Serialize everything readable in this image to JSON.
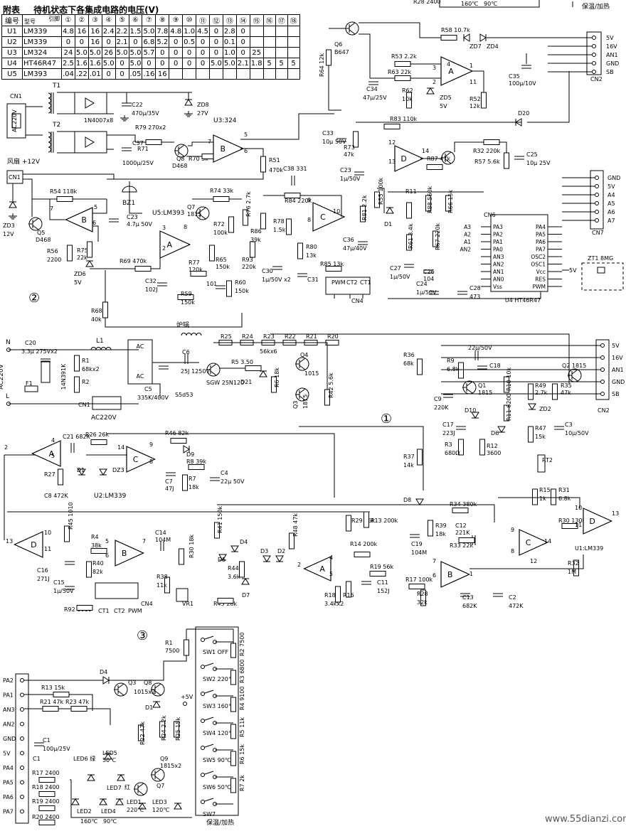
{
  "table": {
    "title_prefix": "附表",
    "title": "待机状态下各集成电路的电压(V)",
    "header_id": "编号",
    "header_model": "型号",
    "header_pin": "引脚",
    "pins": [
      "①",
      "②",
      "③",
      "④",
      "⑤",
      "⑥",
      "⑦",
      "⑧",
      "⑨",
      "⑩",
      "⑪",
      "⑫",
      "⑬",
      "⑭",
      "⑮",
      "⑯",
      "⑰",
      "⑱"
    ],
    "rows": [
      {
        "id": "U1",
        "model": "LM339",
        "v": [
          "4.8",
          "16",
          "16",
          "2.4",
          "2.2",
          "1.5",
          "5.0",
          "7.8",
          "4.8",
          "1.0",
          "4.5",
          "0",
          "2.8",
          "0",
          "",
          "",
          "",
          ""
        ]
      },
      {
        "id": "U2",
        "model": "LM339",
        "v": [
          "0",
          "0",
          "16",
          "0",
          "2.1",
          "0",
          "6.8",
          "5.2",
          "0",
          "0.5",
          "0",
          "0",
          "0.1",
          "0",
          "",
          "",
          "",
          ""
        ]
      },
      {
        "id": "U3",
        "model": "LM324",
        "v": [
          "24",
          "5.0",
          "5.0",
          "26",
          "5.0",
          "5.0",
          "5.7",
          "0",
          "0",
          "0",
          "0",
          "0",
          "1.0",
          "0",
          "25",
          "",
          "",
          ""
        ]
      },
      {
        "id": "U4",
        "model": "HT46R47",
        "v": [
          "2.5",
          "1.6",
          "1.6",
          "5.0",
          "0",
          "5.0",
          "0",
          "0",
          "0",
          "0",
          "0",
          "5.0",
          "5.0",
          "2.1",
          "1.8",
          "5",
          "5",
          "5"
        ]
      },
      {
        "id": "U5",
        "model": "LM393",
        "v": [
          ".04",
          ".22",
          ".01",
          "0",
          "0",
          ".05",
          ".16",
          "16",
          "",
          "",
          "",
          "",
          "",
          "",
          "",
          "",
          "",
          ""
        ]
      }
    ]
  },
  "top_cut": {
    "r28": "R28 2400",
    "t160": "160℃",
    "t90": "90℃",
    "keep": "保温/加热"
  },
  "section_marks": {
    "s1": "①",
    "s2": "②",
    "s3": "③"
  },
  "cn2_top": {
    "name": "CN2",
    "pins": [
      "5V",
      "16V",
      "AN1",
      "GND",
      "SB"
    ]
  },
  "cn7": {
    "name": "CN7",
    "pins": [
      "GND",
      "5V",
      "A4",
      "A5",
      "A6",
      "A7"
    ]
  },
  "u4": {
    "name": "U4 HT46R47",
    "cn6": "CN6",
    "left": [
      "PA3",
      "PA2",
      "PA1",
      "PA0",
      "AN3",
      "AN2",
      "AN1",
      "AN0",
      "Vss"
    ],
    "right": [
      "PA4",
      "PA5",
      "PA6",
      "PA7",
      "OSC2",
      "OSC1",
      "Vcc",
      "RES",
      "PWM"
    ],
    "cn6pins": [
      "A3",
      "A2",
      "A1",
      "AN2"
    ],
    "crystal": "ZT1 8MG",
    "v5": "5V"
  },
  "labels1": {
    "t1": "T1",
    "t2": "T2",
    "rect": "1N4007x8",
    "c22": "C22",
    "c22v": "470μ/35V",
    "zd8": "ZD8",
    "zd8v": "27V",
    "r79": "R79 270x2",
    "r71": "R71",
    "c37": "C37",
    "c37v": "1000μ/25V",
    "q8": "Q8",
    "q8v": "D468",
    "r70": "R70 3k",
    "u3": "U3:324",
    "b": "B",
    "r51": "R51",
    "r51v": "470k",
    "cn1": "CN1",
    "ac220": "AC220V",
    "fan": "风扇 +12V",
    "cn1b": "CN1",
    "r54": "R54 118k",
    "zd3": "ZD3",
    "zd3v": "12V",
    "q5": "Q5",
    "q5v": "D468",
    "b2": "B",
    "c23": "C23",
    "c23v": "4.7μ 50V",
    "bz1": "BZ1",
    "r74": "R74 33k",
    "q7": "Q7",
    "q7v": "1815",
    "r72": "R72",
    "r72v": "100k",
    "r76": "R76 2.7k",
    "u5": "U5:LM393",
    "a": "A",
    "r56": "R56",
    "r56v": "2200",
    "r75": "R75",
    "r75v": "22k",
    "zd6": "ZD6",
    "zd6v": "5V",
    "r69": "R69 470k",
    "r77": "R77",
    "r77v": "120k",
    "r65": "R65",
    "r65v": "150k",
    "c32": "C32",
    "c32v": "102J",
    "n101": "101",
    "r60": "R60",
    "r60v": "150k",
    "r59": "R59",
    "r59v": "150k",
    "r68": "R68",
    "r68v": "40k",
    "q6": "Q6",
    "q6v": "B647",
    "r64": "R64 12k",
    "r58": "R58 10.7k",
    "zd7": "ZD7",
    "zd4": "ZD4",
    "r53": "R53 2.2k",
    "r63": "R63 22k",
    "c34": "C34",
    "c34v": "47μ/25V",
    "r62": "R62",
    "r62v": "10k",
    "zd5": "ZD5",
    "zd5v": "5V",
    "r52": "R52",
    "r52v": "12k",
    "a2": "A",
    "c35": "C35",
    "c35v": "100μ/10V",
    "cn2b": "CN2",
    "d20": "D20",
    "r83": "R83 110k",
    "c33": "C33",
    "c33v": "10μ 50V",
    "r73": "R73",
    "r73v": "47k",
    "d": "D",
    "r87": "R87 47k",
    "r32": "R32 220k",
    "r57": "R57 5.6k",
    "c25": "C25",
    "c25v": "10μ 25V",
    "c23b": "C23",
    "c23bv": "1μ/50V",
    "c38": "C38 331",
    "r84": "R84 220k",
    "c": "C",
    "r86": "R86",
    "r86v": "39k",
    "r78": "R78",
    "r78v": "1.5k",
    "r80": "R80",
    "r80v": "13k",
    "r85": "R85 13k",
    "r93": "R93",
    "r93v": "220k",
    "r81": "R81 2.2k",
    "c36": "C36",
    "c36v": "47μ/40V",
    "c30": "C30",
    "c30v": "1μ/50V x2",
    "c31": "C31",
    "r55": "R55 100k",
    "d1": "D1",
    "r11": "R11",
    "r61": "R61 3.4k",
    "r88": "R88 560k",
    "r66": "R66 15k",
    "r67": "R67 220k",
    "c27": "C27",
    "c27v": "1μ/50V",
    "c26": "C26",
    "c26v": "104",
    "c24": "C24",
    "c24v": "1μ/50V",
    "c28": "C28",
    "c28v": "473",
    "cn4": "CN4",
    "pwm": "PWM",
    "ct2": "CT2",
    "ct1": "CT1"
  },
  "labels2": {
    "n": "N",
    "ac": "AC220V",
    "l": "L",
    "c20": "C20",
    "c20v": "3.3μ 275Vx2",
    "r1": "R1",
    "r1v": "68kx2",
    "r2": "R2",
    "varistor": "14N391K",
    "l1": "L1",
    "f1": "F1",
    "cn1": "CN1",
    "ac220": "AC220V",
    "bac": "AC",
    "bac2": "AC",
    "c5": "C5",
    "c5v": "335K/400V",
    "coil": "炉锅",
    "c6": "C6",
    "c6v": "25J 1250V",
    "igbt": "SGW 25N120",
    "sd": "S5d53",
    "r25": "R25",
    "r24": "R24",
    "r23": "R23",
    "r22": "R22",
    "r21": "R21",
    "r20": "R20",
    "r56k": "56kx6",
    "r5": "R5 3.50",
    "d21": "D21",
    "r6": "R6 18k",
    "q4": "Q4",
    "q4v": "1015",
    "q3": "Q3",
    "q3v": "1815",
    "r42": "R42 5.6k",
    "c21": "C21 682K",
    "r26": "R26 26k",
    "a": "A",
    "c": "C",
    "r46": "R46 82k",
    "d9": "D9",
    "r8": "R8 39k",
    "d1": "D1",
    "dz3": "DZ3",
    "c7": "C7",
    "c7v": "47J",
    "r7": "R7",
    "r7v": "18k",
    "c4": "C4",
    "c4v": "22μ 50V",
    "r27": "R27",
    "c8": "C8 472K",
    "u2": "U2:LM339",
    "d": "D",
    "r45": "R45 1010",
    "c16": "C16",
    "c16v": "271J",
    "r4": "R4",
    "r4v": "38k",
    "r40": "R40",
    "r40v": "82k",
    "b": "B",
    "c14": "C14",
    "c14v": "104M",
    "r30": "R30 18k",
    "r38": "R38",
    "r38v": "11k",
    "vr1": "VR1",
    "c15": "C15",
    "c15v": "1μ/50V",
    "r92": "R92 1010",
    "ct1": "CT1",
    "ct2": "CT2",
    "pwm": "PWM",
    "cn4": "CN4",
    "r41": "R41 150k",
    "d4": "D4",
    "d5": "D5",
    "r44": "R44",
    "r44v": "3.6k",
    "d7": "D7",
    "r43": "R43 28k",
    "d3": "D3",
    "d2": "D2",
    "r48": "R48 47k",
    "a2": "A",
    "r29": "R29 15k",
    "r13": "R13 200k",
    "r14": "R14 200k",
    "r19": "R19 56k",
    "c11": "C11",
    "c11v": "152J",
    "r18": "R18",
    "r18v": "3.4kx2",
    "r16": "R16",
    "r17": "R17 100k",
    "b2": "B",
    "r28": "R28",
    "r28v": "32k",
    "c13": "C13",
    "c13v": "682K",
    "c2": "C2",
    "c2v": "472K",
    "r36": "R36",
    "r36v": "68k",
    "c22": "22μ/50V",
    "r9": "R9",
    "r9v": "6.8k",
    "c18": "C18",
    "c9": "C9",
    "c9v": "220K",
    "q1": "Q1",
    "q1v": "1815",
    "d10": "D10",
    "r10": "R10 10k",
    "r11": "R11 6200",
    "c17": "C17",
    "c17v": "223J",
    "r3": "R3",
    "r3v": "680Ω",
    "r12": "R12",
    "r12v": "3600",
    "d6": "D6",
    "r37": "R37",
    "r37v": "14k",
    "d8": "D8",
    "r34": "R34 380k",
    "r39": "R39",
    "r39v": "18k",
    "c12": "C12",
    "c12v": "221K",
    "r33": "R33 22k",
    "c19": "C19",
    "c19v": "104M",
    "cc": "C",
    "q2": "Q2 1815",
    "r49": "R49",
    "r49v": "2.7k",
    "r35": "R35",
    "r35v": "47k",
    "zd2": "ZD2",
    "r47": "R47",
    "r47v": "15k",
    "c3": "C3",
    "c3v": "10μ/50V",
    "rt2": "RT2",
    "r15": "R15",
    "r15v": "1k",
    "r31": "R31",
    "r31v": "6.8k",
    "r30b": "R30 130k",
    "d_u1": "D",
    "u1": "U1:LM339",
    "r32": "R32",
    "r32v": "1M",
    "cn2": "CN2",
    "cn2pins": [
      "5V",
      "16V",
      "AN1",
      "GND",
      "SB"
    ]
  },
  "labels3": {
    "left_pins": [
      "PA2",
      "PA1",
      "AN3",
      "AN2",
      "GND",
      "5V",
      "PA4",
      "PA5",
      "PA6",
      "PA7"
    ],
    "r13": "R13 15k",
    "r21": "R21 47k",
    "r23": "R23 47k",
    "c1": "C1",
    "c1v": "100μ/25V",
    "r17": "R17 2400",
    "r18": "R18 2400",
    "r19": "R19 2400",
    "r20": "R20 2400",
    "d4": "D4",
    "q3": "Q3",
    "q8": "Q8",
    "qv": "1015x2",
    "d1": "D1",
    "v5": "+5V",
    "r22": "R22 47k",
    "r24": "R24 2.2k",
    "r25": "R25 15k",
    "q9": "Q9",
    "q9v": "1815x2",
    "q7": "Q7",
    "led6": "LED6 绿",
    "led5": "LED5",
    "led5t": "50℃",
    "led7": "LED7",
    "red": "红",
    "led2": "LED2",
    "led4": "LED4",
    "led1": "LED1",
    "led1t": "220℃",
    "led3": "LED3",
    "led3t": "120℃",
    "t160": "160℃",
    "t90": "90℃",
    "r1": "R1",
    "r1v": "7500",
    "sw": [
      "SW1 OFF",
      "SW2 220℃",
      "SW3 160℃",
      "SW4 120℃",
      "SW5 90℃",
      "SW6 50℃",
      "SW7"
    ],
    "rs": [
      "R2 7500",
      "R3 6800",
      "R4 9100",
      "R5 11k",
      "R6 15k",
      "R7 2k"
    ],
    "keep": "保温/加热"
  },
  "website": "www.55dianzi.com"
}
